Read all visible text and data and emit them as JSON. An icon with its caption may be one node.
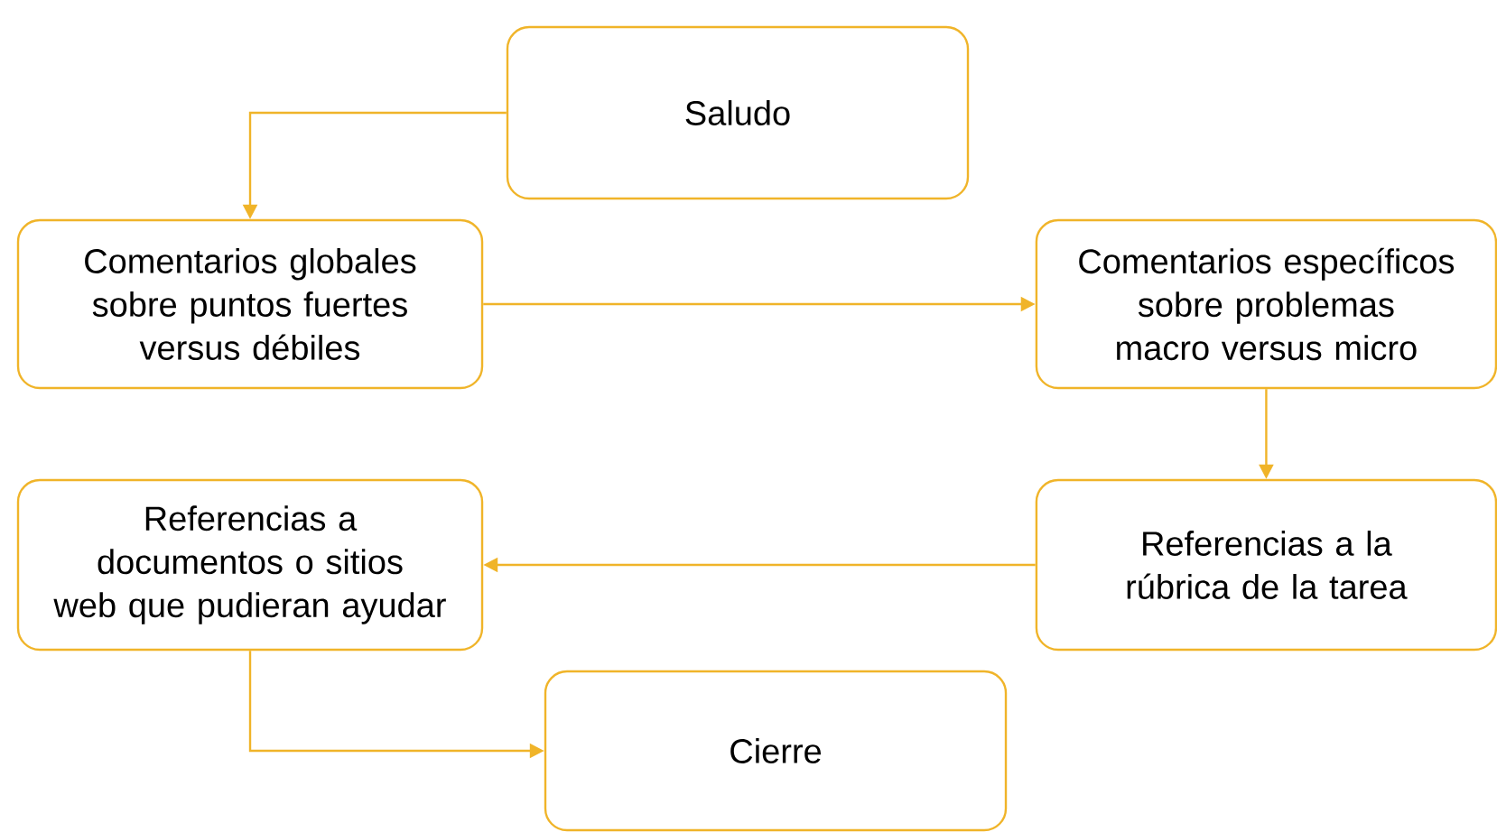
{
  "diagram": {
    "nodes": [
      {
        "text": [
          "Saludo"
        ]
      },
      {
        "text": [
          "Comentarios globales sobre puntos fuertes versus débiles"
        ]
      },
      {
        "text": [
          "Comentarios específicos sobre problemas macro versus micro"
        ]
      },
      {
        "text": [
          "Referencias a documentos o sitios web que pudieran ayudar"
        ]
      },
      {
        "text": [
          "Referencias a la rúbrica de la tarea"
        ]
      },
      {
        "text": [
          "Cierre"
        ]
      }
    ],
    "edges": [
      {
        "from": 0,
        "to": 1,
        "arrow": "to"
      },
      {
        "from": 1,
        "to": 2,
        "arrow": "to"
      },
      {
        "from": 2,
        "to": 4,
        "arrow": "to"
      },
      {
        "from": 4,
        "to": 3,
        "arrow": "to"
      },
      {
        "from": 3,
        "to": 5,
        "arrow": "to"
      }
    ]
  }
}
